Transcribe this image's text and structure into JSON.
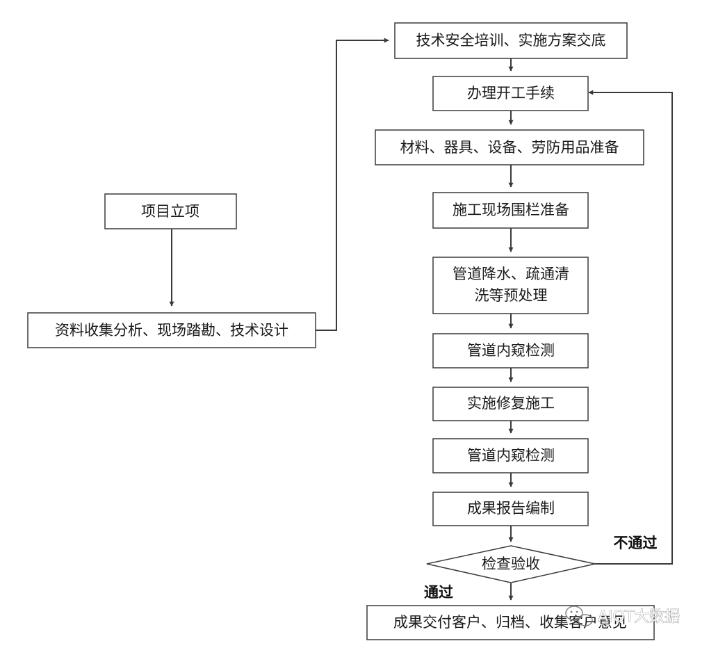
{
  "nodes": {
    "safety_training": "技术安全培训、实施方案交底",
    "start_procedures": "办理开工手续",
    "materials_prep": "材料、器具、设备、劳防用品准备",
    "fence_prep": "施工现场围栏准备",
    "pretreatment_line1": "管道降水、疏通清",
    "pretreatment_line2": "洗等预处理",
    "inspection_1": "管道内窥检测",
    "repair": "实施修复施工",
    "inspection_2": "管道内窥检测",
    "report": "成果报告编制",
    "acceptance": "检查验收",
    "delivery": "成果交付客户、归档、收集客户意见",
    "project_setup": "项目立项",
    "data_collection": "资料收集分析、现场踏勘、技术设计"
  },
  "edge_labels": {
    "pass": "通过",
    "fail": "不通过"
  },
  "watermark": {
    "icon": "wechat-icon",
    "text": "AIOT大数据"
  }
}
